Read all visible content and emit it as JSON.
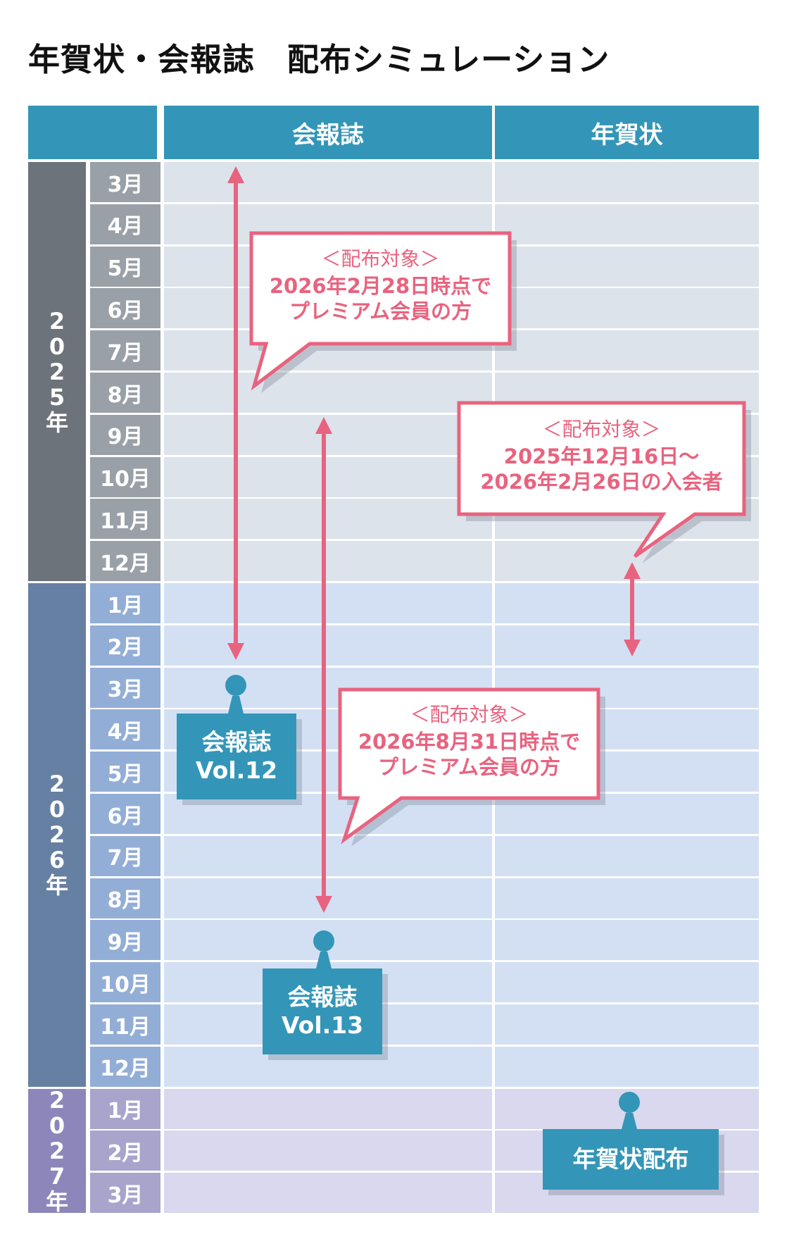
{
  "title": "年賀状・会報誌　配布シミュレーション",
  "header": {
    "col_newsletter": "会報誌",
    "col_newyear": "年賀状"
  },
  "years": [
    {
      "label": [
        "2",
        "0",
        "2",
        "5",
        "年"
      ],
      "months": [
        "3月",
        "4月",
        "5月",
        "6月",
        "7月",
        "8月",
        "9月",
        "10月",
        "11月",
        "12月"
      ]
    },
    {
      "label": [
        "2",
        "0",
        "2",
        "6",
        "年"
      ],
      "months": [
        "1月",
        "2月",
        "3月",
        "4月",
        "5月",
        "6月",
        "7月",
        "8月",
        "9月",
        "10月",
        "11月",
        "12月"
      ]
    },
    {
      "label": [
        "2",
        "0",
        "2",
        "7",
        "年"
      ],
      "months": [
        "1月",
        "2月",
        "3月"
      ]
    }
  ],
  "callouts": [
    {
      "heading": "＜配布対象＞",
      "lines": [
        "2026年2月28日時点で",
        "プレミアム会員の方"
      ]
    },
    {
      "heading": "＜配布対象＞",
      "lines": [
        "2025年12月16日～",
        "2026年2月26日の入会者"
      ]
    },
    {
      "heading": "＜配布対象＞",
      "lines": [
        "2026年8月31日時点で",
        "プレミアム会員の方"
      ]
    }
  ],
  "markers": [
    {
      "lines": [
        "会報誌",
        "Vol.12"
      ]
    },
    {
      "lines": [
        "会報誌",
        "Vol.13"
      ]
    },
    {
      "lines": [
        "年賀状配布"
      ]
    }
  ],
  "colors": {
    "header": "#3396b8",
    "accent": "#e8637f"
  }
}
